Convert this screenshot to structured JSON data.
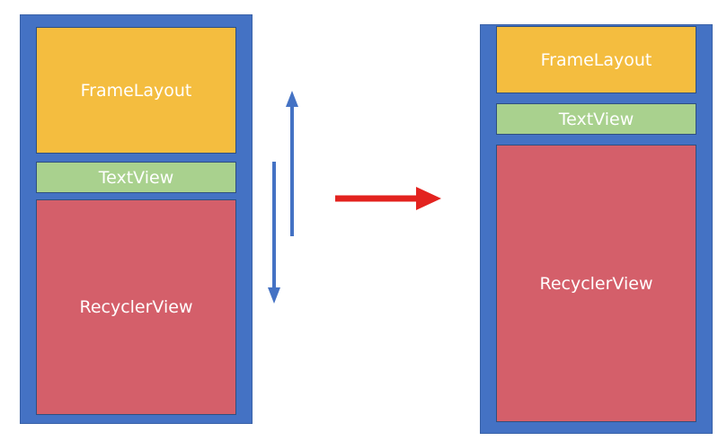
{
  "before": {
    "frame_label": "FrameLayout",
    "text_label": "TextView",
    "recycler_label": "RecyclerView"
  },
  "after": {
    "frame_label": "FrameLayout",
    "text_label": "TextView",
    "recycler_label": "RecyclerView"
  },
  "colors": {
    "container": "#4472c4",
    "frame_layout": "#f4bd3f",
    "text_view": "#a9d18e",
    "recycler_view": "#d45f6a",
    "scroll_arrows": "#4472c4",
    "transition_arrow": "#e3231f"
  },
  "icons": {
    "scroll_up": "arrow-up-icon",
    "scroll_down": "arrow-down-icon",
    "transition": "arrow-right-icon"
  }
}
